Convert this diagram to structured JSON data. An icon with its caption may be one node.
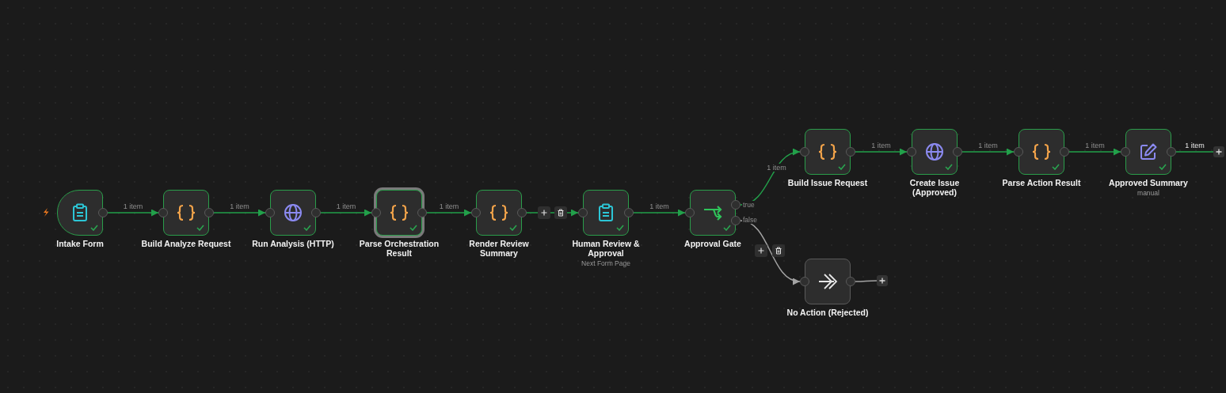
{
  "diagram": {
    "nodes": [
      {
        "text": [
          "Intake Form"
        ]
      },
      {
        "text": [
          "Build Analyze Request"
        ]
      },
      {
        "text": [
          "Run Analysis (HTTP)"
        ]
      },
      {
        "text": [
          "Parse Orchestration Result"
        ]
      },
      {
        "text": [
          "Render Review Summary"
        ]
      },
      {
        "text": [
          "Human Review & Approval"
        ],
        "beside": [
          "Next Form Page"
        ]
      },
      {
        "text": [
          "Approval Gate"
        ]
      },
      {
        "text": [
          "Build Issue Request"
        ]
      },
      {
        "text": [
          "Create Issue (Approved)"
        ]
      },
      {
        "text": [
          "Parse Action Result"
        ]
      },
      {
        "text": [
          "Approved Summary"
        ],
        "beside": [
          "manual"
        ]
      },
      {
        "text": [
          "No Action (Rejected)"
        ]
      },
      {
        "text": [],
        "shape": "box"
      },
      {
        "text": [],
        "shape": "box"
      }
    ],
    "edges": [
      {
        "from": 0,
        "to": 1,
        "arrow": "to",
        "label": "1 item"
      },
      {
        "from": 1,
        "to": 2,
        "arrow": "to",
        "label": "1 item"
      },
      {
        "from": 2,
        "to": 3,
        "arrow": "to",
        "label": "1 item"
      },
      {
        "from": 3,
        "to": 4,
        "arrow": "to",
        "label": "1 item"
      },
      {
        "from": 4,
        "to": 5,
        "arrow": "to"
      },
      {
        "from": 5,
        "to": 6,
        "arrow": "to",
        "label": "1 item"
      },
      {
        "from": 6,
        "to": 7,
        "arrow": "to",
        "label": "1 item"
      },
      {
        "from": 7,
        "to": 8,
        "arrow": "to",
        "label": "1 item"
      },
      {
        "from": 8,
        "to": 9,
        "arrow": "to",
        "label": "1 item"
      },
      {
        "from": 9,
        "to": 10,
        "arrow": "to",
        "label": "1 item"
      },
      {
        "from": 10,
        "to": 12,
        "arrow": "none",
        "label": "1 item"
      },
      {
        "from": 6,
        "to": 11,
        "arrow": "to",
        "color": "#a3a3a3"
      },
      {
        "from": 11,
        "to": 13,
        "arrow": "none",
        "color": "#a3a3a3"
      }
    ],
    "labels": [
      "true",
      "false"
    ]
  }
}
